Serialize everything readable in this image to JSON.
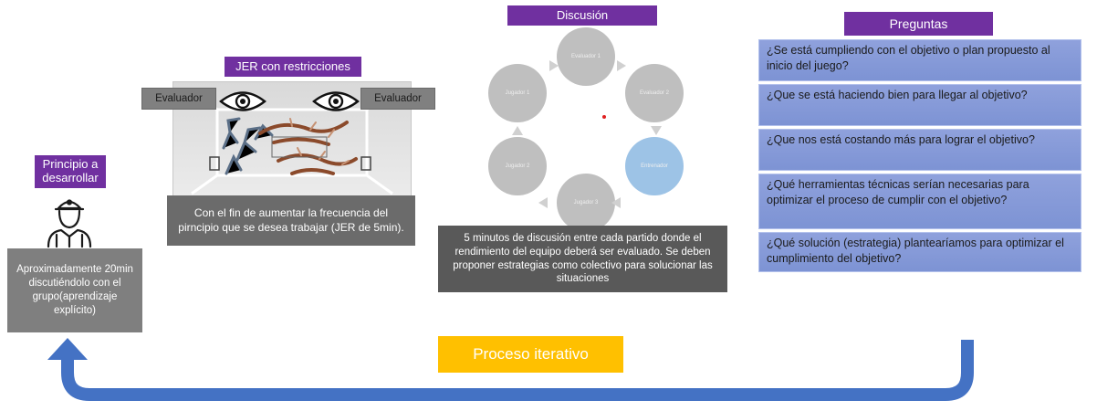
{
  "principio": {
    "label": "Principio a desarrollar",
    "description": "Aproximadamente 20min discutiéndolo con el grupo(aprendizaje explícito)"
  },
  "jer": {
    "label": "JER con restricciones",
    "evaluator_left": "Evaluador",
    "evaluator_right": "Evaluador",
    "description": "Con el fin de aumentar la frecuencia del pirncipio que se desea trabajar (JER de 5min)."
  },
  "discusion": {
    "label": "Discusión",
    "nodes": [
      "Evaluador 1",
      "Evaluador 2",
      "Entrenador",
      "Jugador 3",
      "Jugador 2",
      "Jugador 1"
    ],
    "description": "5 minutos de discusión entre cada partido donde el rendimiento del equipo deberá ser evaluado. Se deben proponer estrategias como colectivo para solucionar las situaciones"
  },
  "preguntas": {
    "label": "Preguntas",
    "items": [
      "¿Se está cumpliendo con el objetivo o plan propuesto al inicio del juego?",
      "¿Que se está haciendo bien para llegar al objetivo?",
      "¿Que nos está costando más para lograr el objetivo?",
      "¿Qué herramientas técnicas serían necesarias para optimizar el proceso de cumplir con el objetivo?",
      "¿Qué solución (estrategia) plantearíamos para optimizar el cumplimiento del objetivo?"
    ]
  },
  "proceso": {
    "label": "Proceso iterativo"
  },
  "colors": {
    "purple": "#7030a0",
    "gray": "#7f7f7f",
    "dark_gray": "#595959",
    "question_blue": "#8497d9",
    "gold": "#ffc000",
    "arrow_blue": "#4472c4",
    "node_gray": "#bfbfbf",
    "node_blue": "#9dc3e6"
  },
  "icons": {
    "person": "person-icon",
    "eye": "eye-icon",
    "arrow": "loop-arrow-icon"
  }
}
